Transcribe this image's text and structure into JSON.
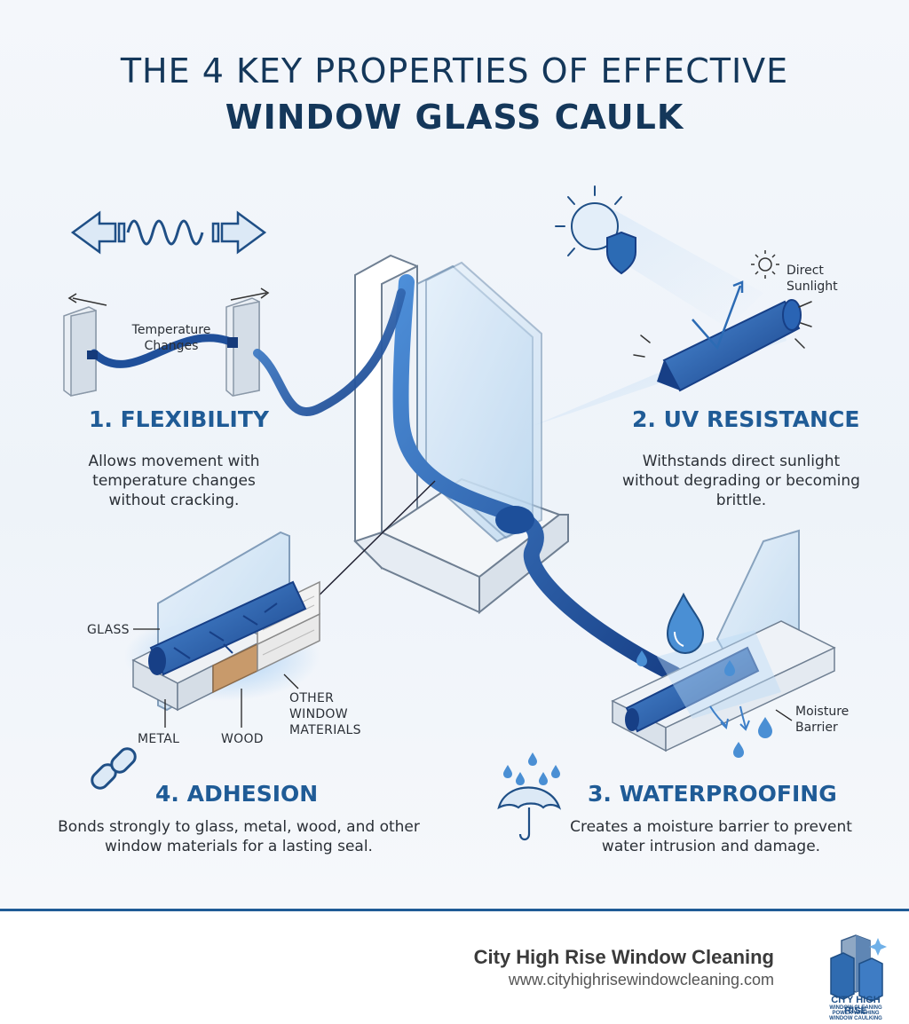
{
  "title": {
    "line1": "THE 4 KEY PROPERTIES OF EFFECTIVE",
    "line2": "WINDOW GLASS CAULK"
  },
  "properties": {
    "flexibility": {
      "heading": "1. FLEXIBILITY",
      "description": "Allows movement with temperature changes without cracking.",
      "diagram_label": "Temperature Changes",
      "icon": "stretch-arrows-icon"
    },
    "uv_resistance": {
      "heading": "2. UV RESISTANCE",
      "description": "Withstands direct sunlight without degrading or becoming brittle.",
      "diagram_label": "Direct Sunlight",
      "icon": "sun-shield-icon"
    },
    "waterproofing": {
      "heading": "3. WATERPROOFING",
      "description": "Creates a moisture barrier to prevent water intrusion and damage.",
      "diagram_label": "Moisture Barrier",
      "icon": "umbrella-rain-icon"
    },
    "adhesion": {
      "heading": "4. ADHESION",
      "description": "Bonds strongly to glass, metal, wood, and other window materials for a lasting seal.",
      "labels": {
        "glass": "GLASS",
        "metal": "METAL",
        "wood": "WOOD",
        "other": "OTHER WINDOW MATERIALS"
      },
      "icon": "chain-link-icon"
    }
  },
  "footer": {
    "company": "City High Rise Window Cleaning",
    "url": "www.cityhighrisewindowcleaning.com",
    "logo_title": "CITY HIGH RISE",
    "logo_sub1": "WINDOW CLEANING",
    "logo_sub2": "POWER WASHING",
    "logo_sub3": "WINDOW CAULKING"
  },
  "colors": {
    "heading": "#1f5b96",
    "title": "#14375a",
    "caulk": "#1f5fae",
    "accent_line": "#1f5b96"
  }
}
